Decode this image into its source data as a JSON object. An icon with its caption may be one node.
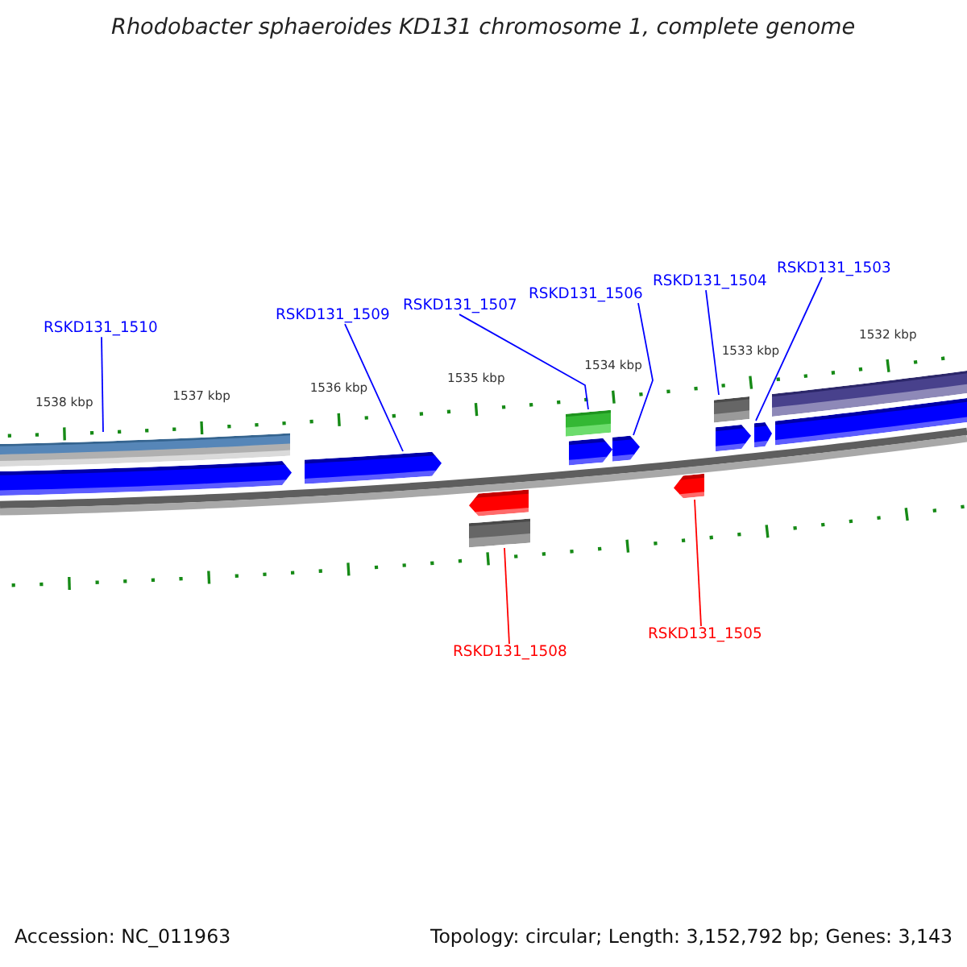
{
  "diagram": {
    "title": "Rhodobacter sphaeroides KD131 chromosome 1, complete genome",
    "nodes": [
      {
        "text": [
          "RSKD131_1510"
        ]
      },
      {
        "text": [
          "RSKD131_1509"
        ]
      },
      {
        "text": [
          "RSKD131_1507"
        ]
      },
      {
        "text": [
          "RSKD131_1506"
        ]
      },
      {
        "text": [
          "RSKD131_1504"
        ]
      },
      {
        "text": [
          "RSKD131_1503"
        ]
      },
      {
        "text": [],
        "shape": "bar"
      },
      {
        "text": [],
        "shape": "arrow"
      },
      {
        "text": [],
        "shape": "arrow"
      },
      {
        "text": [],
        "shape": "bar"
      },
      {
        "text": [],
        "shape": "arrow"
      },
      {
        "text": [],
        "shape": "arrow"
      },
      {
        "text": [],
        "shape": "bar"
      },
      {
        "text": [],
        "shape": "arrow"
      },
      {
        "text": [],
        "shape": "arrow"
      },
      {
        "text": [],
        "shape": "bar"
      },
      {
        "text": [],
        "shape": "bar"
      },
      {
        "text": [],
        "shape": "arrow"
      },
      {
        "text": [],
        "shape": "bar"
      },
      {
        "text": [],
        "shape": "arrow"
      },
      {
        "text": [
          "RSKD131_1508"
        ]
      },
      {
        "text": [
          "RSKD131_1505"
        ]
      }
    ],
    "edges": [
      {
        "from": 0,
        "to": 6,
        "arrow": "none"
      },
      {
        "from": 1,
        "to": 8,
        "arrow": "none"
      },
      {
        "from": 2,
        "to": 9,
        "arrow": "none"
      },
      {
        "from": 3,
        "to": 11,
        "arrow": "none"
      },
      {
        "from": 4,
        "to": 12,
        "arrow": "none"
      },
      {
        "from": 5,
        "to": 14,
        "arrow": "none"
      },
      {
        "from": 20,
        "to": 18,
        "arrow": "none",
        "color": "#ff0000"
      },
      {
        "from": 21,
        "to": 19,
        "arrow": "none",
        "color": "#ff0000"
      }
    ],
    "labels": [
      "1538 kbp",
      "1537 kbp",
      "1536 kbp",
      "1535 kbp",
      "1534 kbp",
      "1533 kbp",
      "1532 kbp",
      "Accession: NC_011963",
      "Topology: circular; Length: 3,152,792 bp; Genes: 3,143"
    ]
  }
}
